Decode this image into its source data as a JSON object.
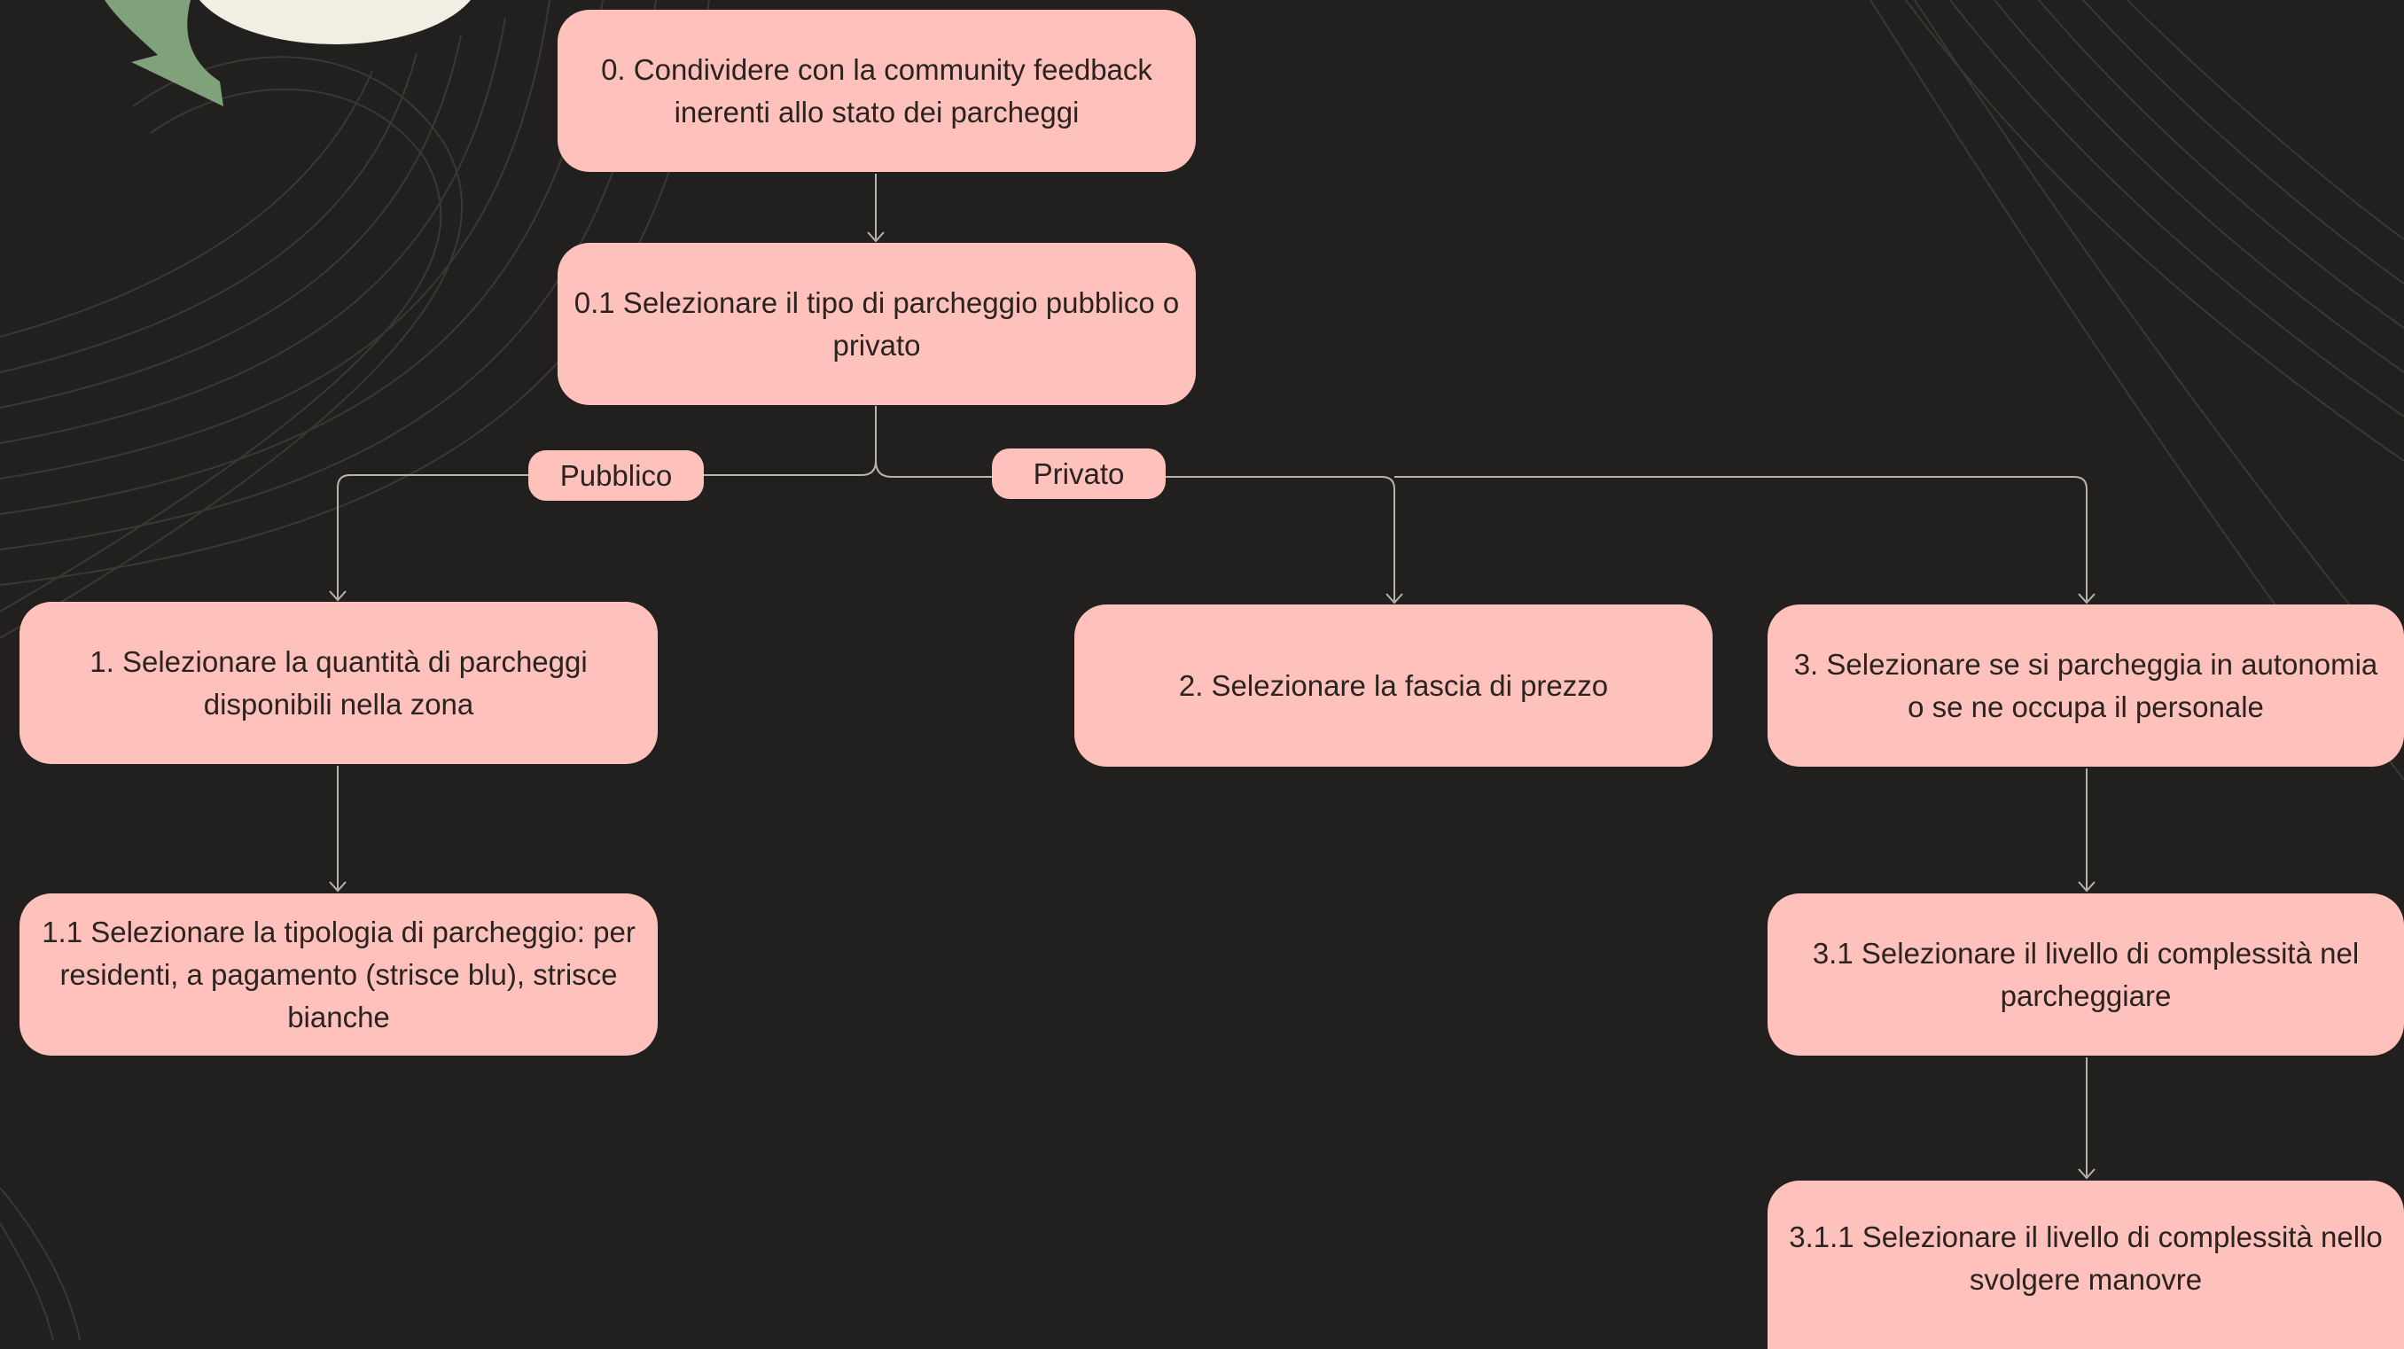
{
  "colors": {
    "background": "#22201e",
    "node_fill": "#ffc1bb",
    "node_text": "#2a2320",
    "connector": "#b9b3ae",
    "decor_green": "#7fa27a",
    "decor_cream": "#f1efe3"
  },
  "decor": {
    "arrow_icon": "green-curved-arrow"
  },
  "nodes": {
    "n0": {
      "text": "0. Condividere con la community feedback inerenti allo stato dei parcheggi"
    },
    "n01": {
      "text": "0.1 Selezionare il tipo di parcheggio pubblico o privato"
    },
    "n1": {
      "text": "1. Selezionare la quantità di parcheggi disponibili nella zona"
    },
    "n11": {
      "text": "1.1 Selezionare la tipologia di parcheggio: per residenti, a pagamento (strisce blu), strisce bianche"
    },
    "n2": {
      "text": "2. Selezionare la fascia di prezzo"
    },
    "n3": {
      "text": "3. Selezionare se si parcheggia in autonomia o se ne occupa il personale"
    },
    "n31": {
      "text": "3.1 Selezionare il livello di complessità nel parcheggiare"
    },
    "n311": {
      "text": "3.1.1 Selezionare il livello di complessità nello svolgere manovre"
    }
  },
  "branches": {
    "pubblico": "Pubblico",
    "privato": "Privato"
  }
}
